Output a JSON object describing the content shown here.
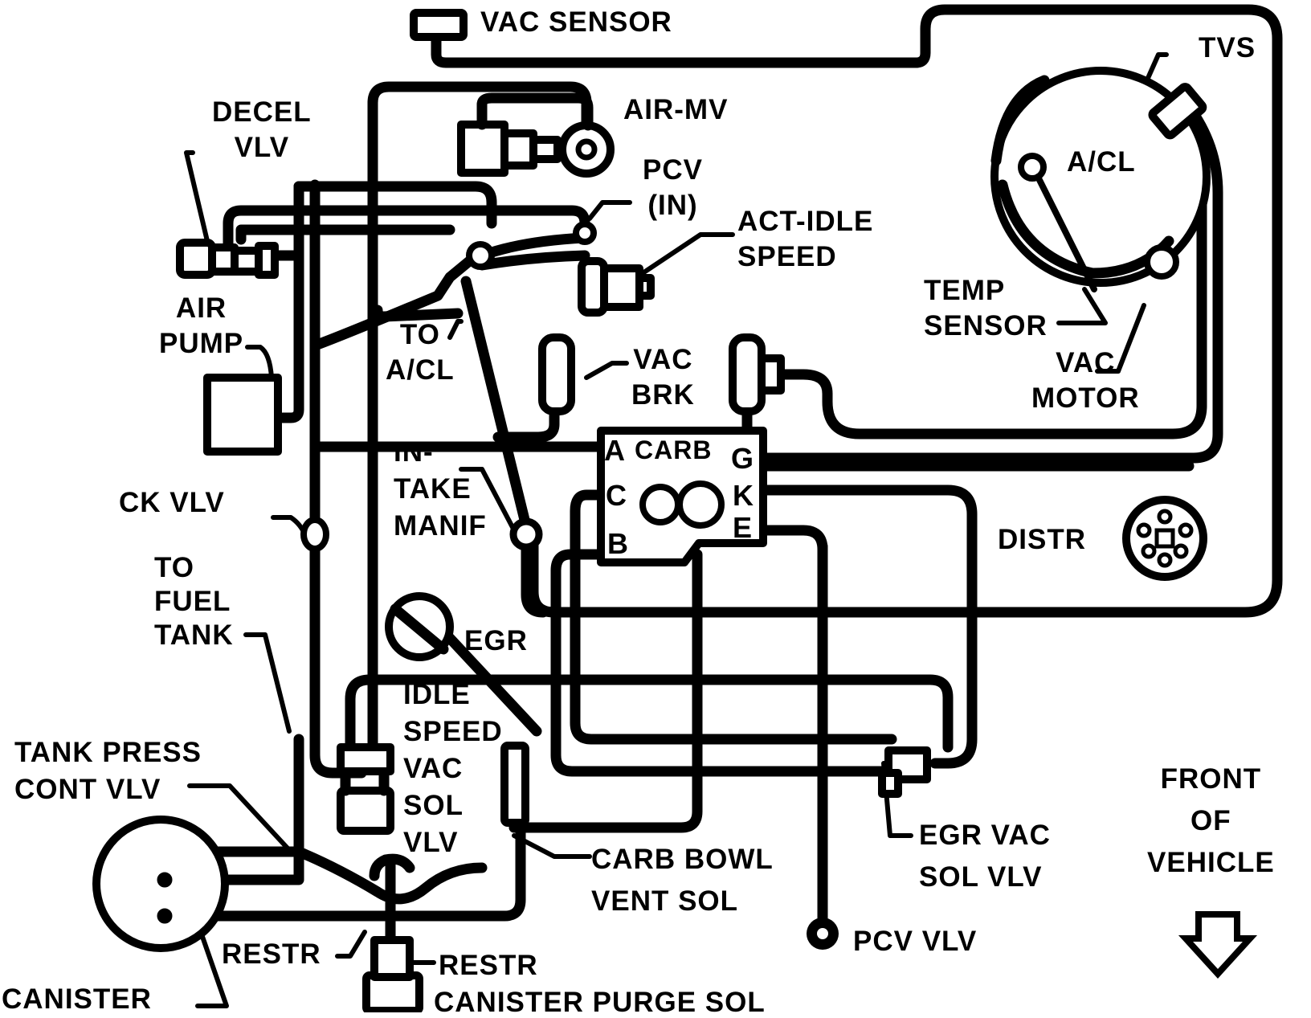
{
  "labels": {
    "vac_sensor": "VAC SENSOR",
    "tvs": "TVS",
    "air_mv": "AIR-MV",
    "decel_vlv": [
      "DECEL",
      "VLV"
    ],
    "pcv_in": [
      "PCV",
      "(IN)"
    ],
    "act_idle_speed": [
      "ACT-IDLE",
      "SPEED"
    ],
    "a_cl": "A/CL",
    "temp_sensor": [
      "TEMP",
      "SENSOR"
    ],
    "vac_motor": [
      "VAC",
      "MOTOR"
    ],
    "air_pump": [
      "AIR",
      "PUMP"
    ],
    "to_a_cl": [
      "TO",
      "A/CL"
    ],
    "vac_brk": [
      "VAC",
      "BRK"
    ],
    "carb": "CARB",
    "intake_manif": [
      "IN-",
      "TAKE",
      "MANIF"
    ],
    "ck_vlv": "CK VLV",
    "distr": "DISTR",
    "to_fuel_tank": [
      "TO",
      "FUEL",
      "TANK"
    ],
    "egr": "EGR",
    "idle_speed_vac_sol_vlv": [
      "IDLE",
      "SPEED",
      "VAC",
      "SOL",
      "VLV"
    ],
    "tank_press_cont_vlv": [
      "TANK PRESS",
      "CONT VLV"
    ],
    "front_of_vehicle": [
      "FRONT",
      "OF",
      "VEHICLE"
    ],
    "carb_bowl_vent_sol": [
      "CARB BOWL",
      "VENT SOL"
    ],
    "egr_vac_sol_vlv": [
      "EGR VAC",
      "SOL VLV"
    ],
    "restr": "RESTR",
    "pcv_vlv": "PCV VLV",
    "restr_2": "RESTR",
    "canister": "CANISTER",
    "canister_purge_sol": "CANISTER PURGE SOL"
  },
  "carb_ports": {
    "a": "A",
    "c": "C",
    "b": "B",
    "g": "G",
    "k": "K",
    "e": "E"
  }
}
